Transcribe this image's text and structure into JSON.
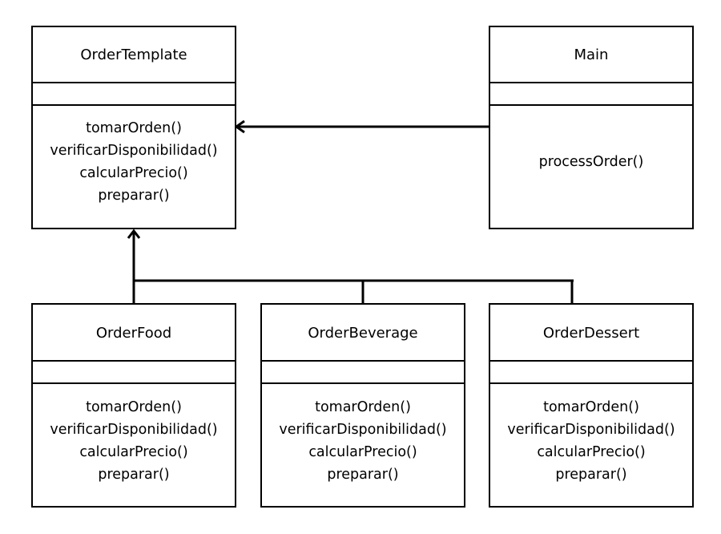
{
  "classes": {
    "order_template": {
      "name": "OrderTemplate",
      "methods": [
        "tomarOrden()",
        "verificarDisponibilidad()",
        "calcularPrecio()",
        "preparar()"
      ]
    },
    "main": {
      "name": "Main",
      "methods": [
        "processOrder()"
      ]
    },
    "order_food": {
      "name": "OrderFood",
      "methods": [
        "tomarOrden()",
        "verificarDisponibilidad()",
        "calcularPrecio()",
        "preparar()"
      ]
    },
    "order_beverage": {
      "name": "OrderBeverage",
      "methods": [
        "tomarOrden()",
        "verificarDisponibilidad()",
        "calcularPrecio()",
        "preparar()"
      ]
    },
    "order_dessert": {
      "name": "OrderDessert",
      "methods": [
        "tomarOrden()",
        "verificarDisponibilidad()",
        "calcularPrecio()",
        "preparar()"
      ]
    }
  },
  "relations": [
    {
      "from": "Main",
      "to": "OrderTemplate",
      "type": "association"
    },
    {
      "from": "OrderFood",
      "to": "OrderTemplate",
      "type": "inheritance"
    },
    {
      "from": "OrderBeverage",
      "to": "OrderTemplate",
      "type": "inheritance"
    },
    {
      "from": "OrderDessert",
      "to": "OrderTemplate",
      "type": "inheritance"
    }
  ]
}
